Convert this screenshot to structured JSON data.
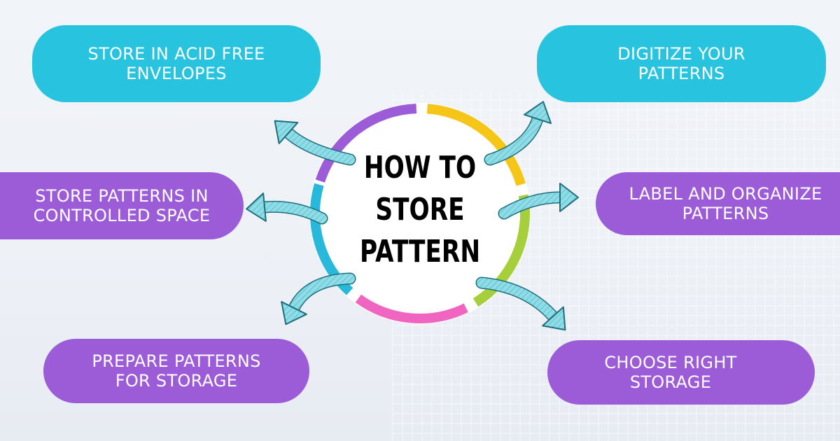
{
  "center": {
    "title": "HOW TO\nSTORE\nPATTERN",
    "ring_colors": [
      "#9c5cd8",
      "#f5c518",
      "#a6cf3c",
      "#f065c0",
      "#27b8db"
    ]
  },
  "nodes": {
    "acid_free": {
      "label": "STORE IN ACID FREE\nENVELOPES",
      "color": "#27c3df"
    },
    "digitize": {
      "label": "DIGITIZE YOUR\nPATTERNS",
      "color": "#27c3df"
    },
    "controlled_space": {
      "label": "STORE PATTERNS IN\nCONTROLLED SPACE",
      "color": "#9c5cd8"
    },
    "label_organize": {
      "label": "LABEL AND ORGANIZE\nPATTERNS",
      "color": "#9c5cd8"
    },
    "prepare": {
      "label": "PREPARE PATTERNS\nFOR STORAGE",
      "color": "#9c5cd8"
    },
    "choose_storage": {
      "label": "CHOOSE RIGHT\nSTORAGE",
      "color": "#9c5cd8"
    }
  },
  "arrow_color": "#7dd3e0",
  "arrow_icon": "curved-arrow-icon"
}
